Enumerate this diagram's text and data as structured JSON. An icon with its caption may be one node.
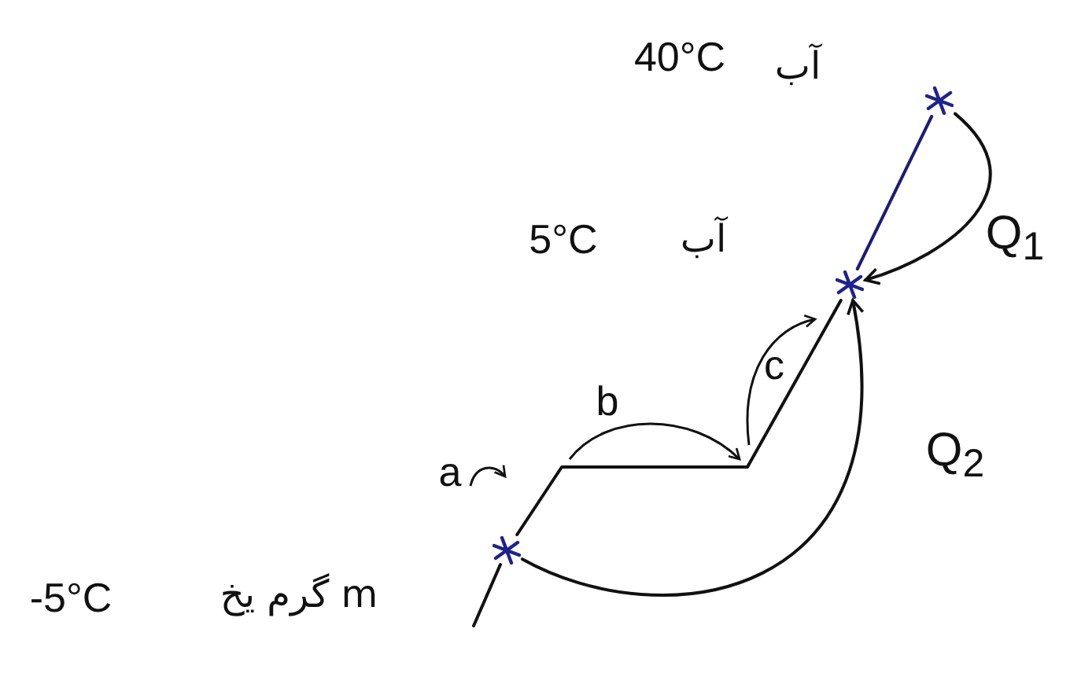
{
  "diagram": {
    "nodes": [
      {
        "text": [],
        "shape": "star"
      },
      {
        "text": [],
        "shape": "star"
      },
      {
        "text": [],
        "shape": "star"
      }
    ],
    "edges": [
      {
        "from": 0,
        "to": 1,
        "arrow": "none"
      },
      {
        "from": 1,
        "to": 2,
        "arrow": "none",
        "color": "#1c1c7a"
      },
      {
        "from": 0,
        "to": 1,
        "arrow": "to",
        "label": "Q$_{2}$"
      },
      {
        "from": 2,
        "to": 1,
        "arrow": "to",
        "label": "Q$_{1}$"
      }
    ],
    "labels": [
      "40°C",
      "آب",
      "5°C",
      "آب",
      "b",
      "c",
      "a",
      "-5°C",
      "m گرم یخ"
    ]
  }
}
